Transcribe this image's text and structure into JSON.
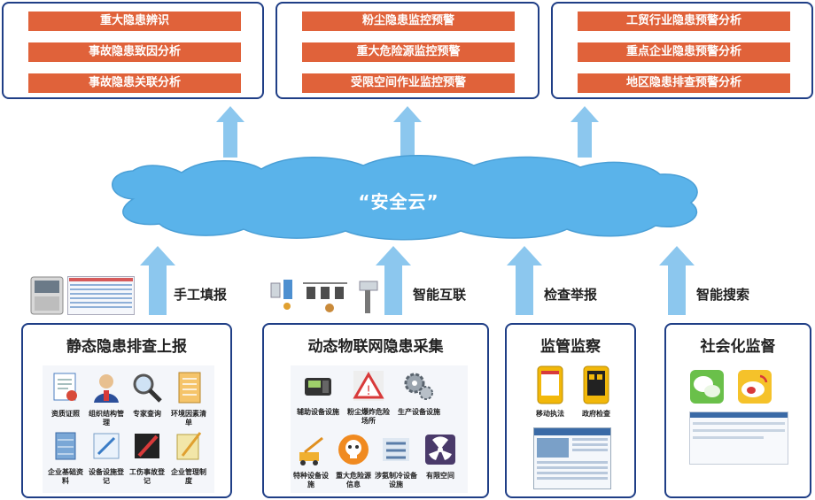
{
  "top_boxes": [
    {
      "items": [
        "重大隐患辨识",
        "事故隐患致因分析",
        "事故隐患关联分析"
      ]
    },
    {
      "items": [
        "粉尘隐患监控预警",
        "重大危险源监控预警",
        "受限空间作业监控预警"
      ]
    },
    {
      "items": [
        "工贸行业隐患预警分析",
        "重点企业隐患预警分析",
        "地区隐患排查预警分析"
      ]
    }
  ],
  "cloud": {
    "label": "“安全云”"
  },
  "arrow_labels": [
    "手工填报",
    "智能互联",
    "检查举报",
    "智能搜索"
  ],
  "bottom_boxes": [
    {
      "title": "静态隐患排查上报",
      "icons": [
        {
          "label": "资质证照",
          "icon": "certificate-icon"
        },
        {
          "label": "组织结构管理",
          "icon": "org-structure-icon"
        },
        {
          "label": "专家查询",
          "icon": "expert-search-icon"
        },
        {
          "label": "环境因素清单",
          "icon": "checklist-icon"
        },
        {
          "label": "企业基础资料",
          "icon": "database-icon"
        },
        {
          "label": "设备设施登记",
          "icon": "equipment-register-icon"
        },
        {
          "label": "工伤事故登记",
          "icon": "accident-register-icon"
        },
        {
          "label": "企业管理制度",
          "icon": "policy-document-icon"
        }
      ]
    },
    {
      "title": "动态物联网隐患采集",
      "icons": [
        {
          "label": "辅助设备设施",
          "icon": "pos-terminal-icon"
        },
        {
          "label": "粉尘爆炸危险场所",
          "icon": "warning-sign-icon"
        },
        {
          "label": "生产设备设施",
          "icon": "gears-icon"
        },
        {
          "label": "特种设备设施",
          "icon": "crane-icon"
        },
        {
          "label": "重大危险源信息",
          "icon": "skull-hazard-icon"
        },
        {
          "label": "涉氨制冷设备设施",
          "icon": "ammonia-pipes-icon"
        },
        {
          "label": "有限空间",
          "icon": "radiation-icon"
        }
      ]
    },
    {
      "title": "监管监察",
      "icons": [
        {
          "label": "移动执法",
          "icon": "mobile-phone-icon"
        },
        {
          "label": "政府检查",
          "icon": "mobile-phone-icon"
        }
      ]
    },
    {
      "title": "社会化监督",
      "icons": [
        {
          "label": "",
          "icon": "wechat-icon"
        },
        {
          "label": "",
          "icon": "weibo-icon"
        }
      ]
    }
  ],
  "colors": {
    "box_border": "#1f3e86",
    "button_bg": "#e0623a",
    "cloud_fill": "#5ab3ea",
    "arrow_fill": "#8cc7ee"
  }
}
